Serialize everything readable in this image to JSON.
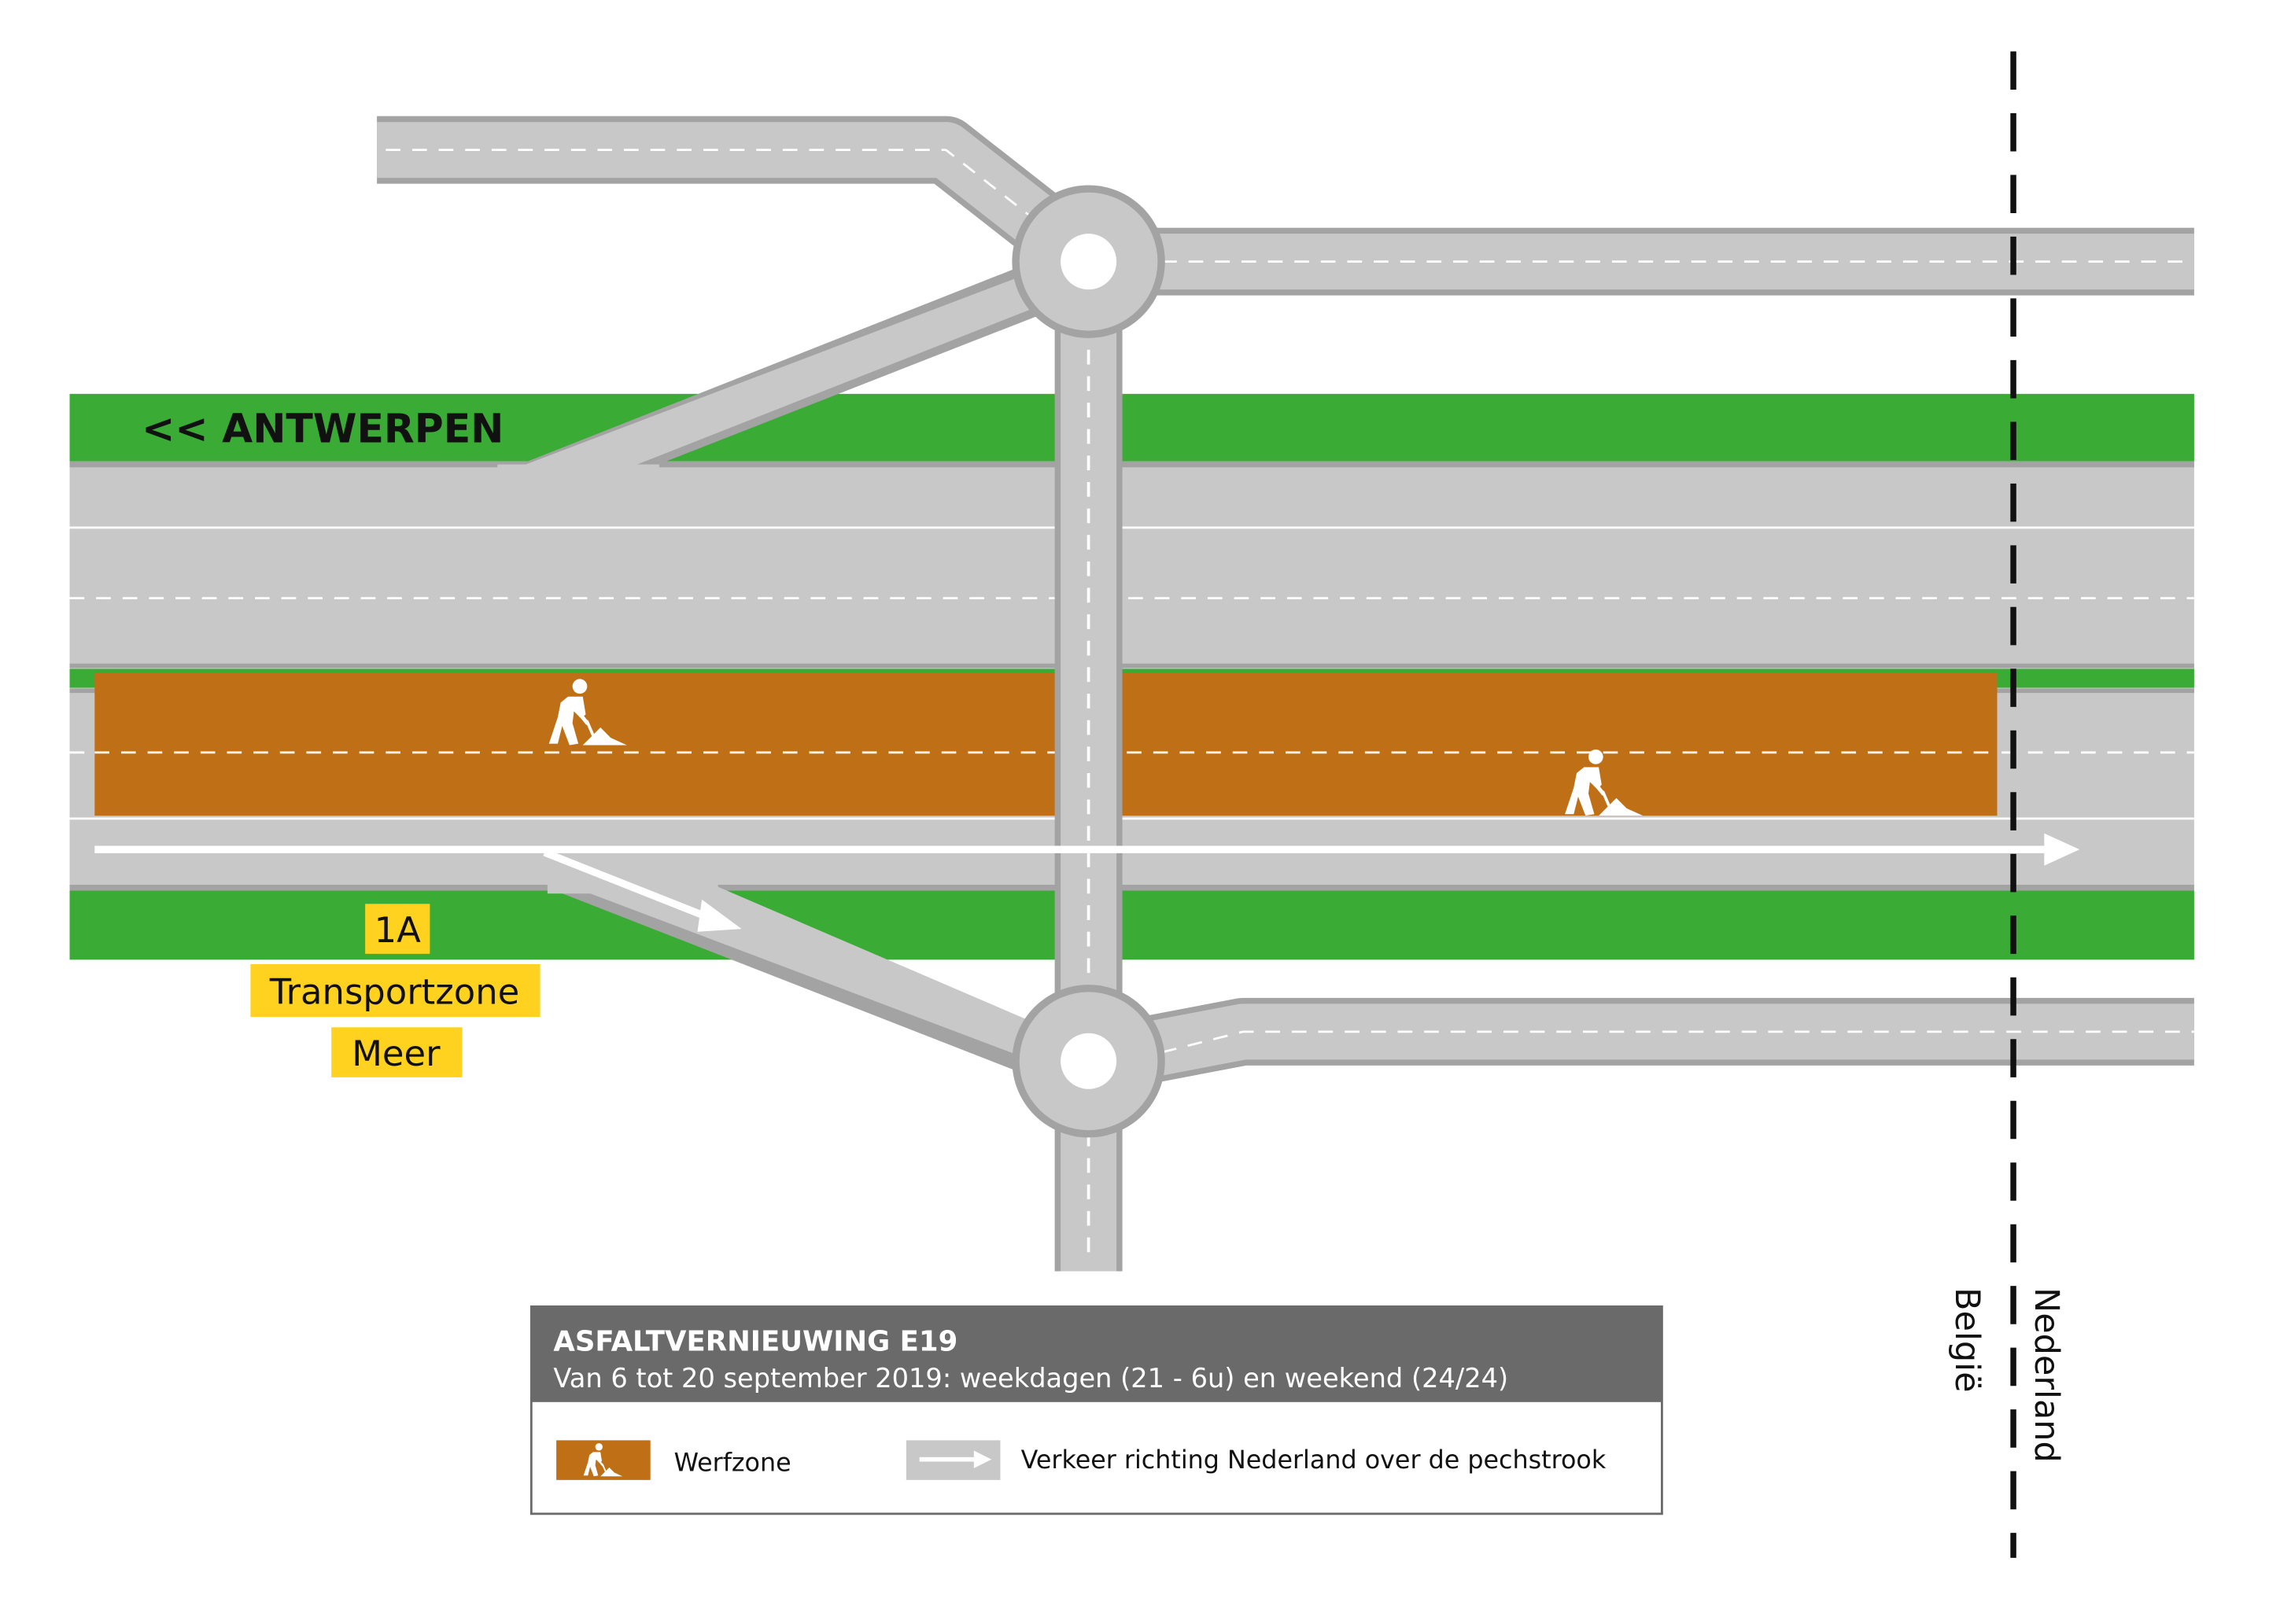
{
  "direction_label": "<< ANTWERPEN",
  "exit": {
    "number": "1A",
    "name_line1": "Transportzone",
    "name_line2": "Meer"
  },
  "border": {
    "left_country": "België",
    "right_country": "Nederland"
  },
  "legend": {
    "title": "ASFALTVERNIEUWING E19",
    "subtitle": "Van 6 tot 20 september 2019: weekdagen (21 - 6u) en weekend (24/24)",
    "worksite_label": "Werfzone",
    "traffic_label": "Verkeer richting Nederland over de pechstrook"
  },
  "colors": {
    "road": "#c8c8c8",
    "road_edge": "#a3a3a3",
    "grass": "#3aab35",
    "worksite": "#bf7016",
    "exit_sign": "#ffd21f",
    "legend_header": "#6a6a6a",
    "border_line": "#111111"
  },
  "icons": {
    "worker": "road-worker-icon",
    "arrow": "arrow-right-icon"
  }
}
